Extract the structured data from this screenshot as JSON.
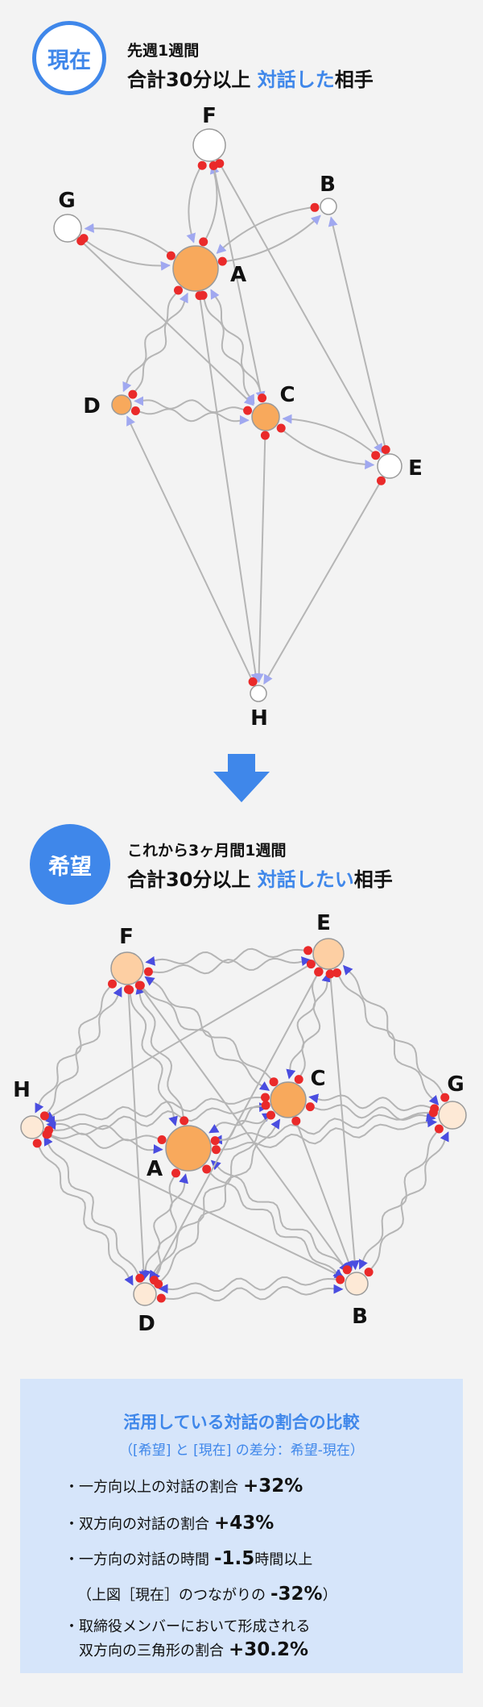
{
  "current": {
    "badge": "現在",
    "subtitle": "先週1週間",
    "title_pre": "合計30分以上",
    "title_hl": "対話した",
    "title_post": "相手"
  },
  "desired": {
    "badge": "希望",
    "subtitle": "これから3ヶ月間1週間",
    "title_pre": "合計30分以上",
    "title_hl": "対話したい",
    "title_post": "相手"
  },
  "colors": {
    "accent": "#3f87ea",
    "node_orange": "#f8a95c",
    "node_light_orange": "#fdcfa3",
    "node_cream": "#fde9d6",
    "node_white": "#ffffff",
    "dot_red": "#ea2a2a",
    "edge": "#b5b5b5",
    "arrow_light": "#a0a8f0",
    "arrow_dark": "#4a4de0"
  },
  "network_current": {
    "nodes": [
      {
        "id": "A",
        "label": "A",
        "fill": "orange"
      },
      {
        "id": "B",
        "label": "B",
        "fill": "white"
      },
      {
        "id": "C",
        "label": "C",
        "fill": "orange"
      },
      {
        "id": "D",
        "label": "D",
        "fill": "orange"
      },
      {
        "id": "E",
        "label": "E",
        "fill": "white"
      },
      {
        "id": "F",
        "label": "F",
        "fill": "white"
      },
      {
        "id": "G",
        "label": "G",
        "fill": "white"
      },
      {
        "id": "H",
        "label": "H",
        "fill": "white"
      }
    ],
    "edges": [
      {
        "from": "A",
        "to": "F",
        "style": "curve"
      },
      {
        "from": "F",
        "to": "A",
        "style": "curve"
      },
      {
        "from": "A",
        "to": "G",
        "style": "curve"
      },
      {
        "from": "G",
        "to": "A",
        "style": "curve"
      },
      {
        "from": "A",
        "to": "B",
        "style": "curve"
      },
      {
        "from": "B",
        "to": "A",
        "style": "curve"
      },
      {
        "from": "A",
        "to": "D",
        "style": "wavy"
      },
      {
        "from": "D",
        "to": "A",
        "style": "wavy"
      },
      {
        "from": "A",
        "to": "C",
        "style": "wavy"
      },
      {
        "from": "C",
        "to": "A",
        "style": "wavy"
      },
      {
        "from": "D",
        "to": "C",
        "style": "wavy"
      },
      {
        "from": "C",
        "to": "D",
        "style": "wavy"
      },
      {
        "from": "C",
        "to": "E",
        "style": "curve"
      },
      {
        "from": "E",
        "to": "C",
        "style": "curve"
      },
      {
        "from": "F",
        "to": "C",
        "style": "straight"
      },
      {
        "from": "F",
        "to": "E",
        "style": "straight"
      },
      {
        "from": "G",
        "to": "C",
        "style": "straight"
      },
      {
        "from": "E",
        "to": "B",
        "style": "straight"
      },
      {
        "from": "A",
        "to": "H",
        "style": "straight"
      },
      {
        "from": "C",
        "to": "H",
        "style": "straight"
      },
      {
        "from": "H",
        "to": "D",
        "style": "straight"
      },
      {
        "from": "E",
        "to": "H",
        "style": "straight"
      }
    ]
  },
  "network_desired": {
    "nodes": [
      {
        "id": "A",
        "label": "A",
        "fill": "orange"
      },
      {
        "id": "B",
        "label": "B",
        "fill": "cream"
      },
      {
        "id": "C",
        "label": "C",
        "fill": "orange"
      },
      {
        "id": "D",
        "label": "D",
        "fill": "cream"
      },
      {
        "id": "E",
        "label": "E",
        "fill": "lightorange"
      },
      {
        "id": "F",
        "label": "F",
        "fill": "lightorange"
      },
      {
        "id": "G",
        "label": "G",
        "fill": "cream"
      },
      {
        "id": "H",
        "label": "H",
        "fill": "cream"
      }
    ],
    "edges": [
      {
        "from": "F",
        "to": "E",
        "style": "wavy"
      },
      {
        "from": "E",
        "to": "F",
        "style": "wavy"
      },
      {
        "from": "F",
        "to": "H",
        "style": "wavy"
      },
      {
        "from": "H",
        "to": "F",
        "style": "wavy"
      },
      {
        "from": "F",
        "to": "A",
        "style": "wavy"
      },
      {
        "from": "A",
        "to": "F",
        "style": "wavy"
      },
      {
        "from": "F",
        "to": "C",
        "style": "wavy"
      },
      {
        "from": "C",
        "to": "F",
        "style": "wavy"
      },
      {
        "from": "E",
        "to": "G",
        "style": "wavy"
      },
      {
        "from": "G",
        "to": "E",
        "style": "wavy"
      },
      {
        "from": "E",
        "to": "C",
        "style": "wavy"
      },
      {
        "from": "C",
        "to": "E",
        "style": "wavy"
      },
      {
        "from": "H",
        "to": "A",
        "style": "wavy"
      },
      {
        "from": "A",
        "to": "H",
        "style": "wavy"
      },
      {
        "from": "H",
        "to": "D",
        "style": "wavy"
      },
      {
        "from": "D",
        "to": "H",
        "style": "wavy"
      },
      {
        "from": "H",
        "to": "C",
        "style": "wavy"
      },
      {
        "from": "C",
        "to": "H",
        "style": "wavy"
      },
      {
        "from": "G",
        "to": "C",
        "style": "wavy"
      },
      {
        "from": "C",
        "to": "G",
        "style": "wavy"
      },
      {
        "from": "G",
        "to": "A",
        "style": "wavy"
      },
      {
        "from": "A",
        "to": "G",
        "style": "wavy"
      },
      {
        "from": "G",
        "to": "B",
        "style": "wavy"
      },
      {
        "from": "B",
        "to": "G",
        "style": "wavy"
      },
      {
        "from": "A",
        "to": "D",
        "style": "wavy"
      },
      {
        "from": "D",
        "to": "A",
        "style": "wavy"
      },
      {
        "from": "A",
        "to": "B",
        "style": "wavy"
      },
      {
        "from": "B",
        "to": "A",
        "style": "wavy"
      },
      {
        "from": "A",
        "to": "C",
        "style": "wavy"
      },
      {
        "from": "C",
        "to": "A",
        "style": "wavy"
      },
      {
        "from": "D",
        "to": "B",
        "style": "wavy"
      },
      {
        "from": "B",
        "to": "D",
        "style": "wavy"
      },
      {
        "from": "D",
        "to": "C",
        "style": "wavy"
      },
      {
        "from": "C",
        "to": "D",
        "style": "wavy"
      },
      {
        "from": "F",
        "to": "B",
        "style": "straight"
      },
      {
        "from": "F",
        "to": "D",
        "style": "straight"
      },
      {
        "from": "E",
        "to": "H",
        "style": "straight"
      },
      {
        "from": "E",
        "to": "B",
        "style": "straight"
      },
      {
        "from": "E",
        "to": "D",
        "style": "straight"
      },
      {
        "from": "H",
        "to": "B",
        "style": "straight"
      },
      {
        "from": "C",
        "to": "B",
        "style": "straight"
      }
    ]
  },
  "comparison": {
    "title": "活用している対話の割合の比較",
    "subtitle": "（[希望] と [現在] の差分：希望-現在）",
    "items": [
      {
        "text": "・一方向以上の対話の割合",
        "value": "+32%"
      },
      {
        "text": "・双方向の対話の割合",
        "value": "+43%"
      },
      {
        "text": "・一方向の対話の時間",
        "value": "-1.5",
        "suffix": "時間以上"
      },
      {
        "text": "（上図［現在］のつながりの",
        "value": "-32%",
        "suffix": "）"
      },
      {
        "text": "・取締役メンバーにおいて形成される",
        "text2": "双方向の三角形の割合",
        "value": "+30.2%"
      }
    ]
  }
}
